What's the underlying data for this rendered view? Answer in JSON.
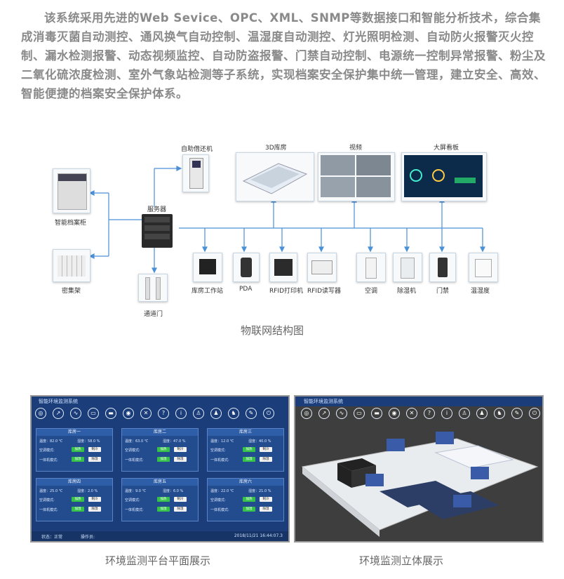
{
  "intro_text": "该系统采用先进的Web Sevice、OPC、XML、SNMP等数据接口和智能分析技术，综合集成消毒灭菌自动测控、通风换气自动控制、温湿度自动测控、灯光照明检测、自动防火报警灭火控制、漏水检测报警、动态视频监控、自动防盗报警、门禁自动控制、电源统一控制异常报警、粉尘及二氧化硫浓度检测、室外气象站检测等子系统，实现档案安全保护集中统一管理，建立安全、高效、智能便捷的档案安全保护体系。",
  "diagram": {
    "caption": "物联网结构图",
    "server": "服务器",
    "left_nodes": [
      "智能档案柜",
      "密集架"
    ],
    "top_nodes": [
      "自助借还机",
      "3D库房",
      "视频",
      "大屏看板"
    ],
    "gate": "通道门",
    "bottom_nodes": [
      "库房工作站",
      "PDA",
      "RFID打印机",
      "RFID读写器",
      "空调",
      "除湿机",
      "门禁",
      "温湿度"
    ]
  },
  "screen_flat": {
    "title": "智能环境监测系统",
    "toolbar_icons": [
      "globe-icon",
      "chart-icon",
      "trend-icon",
      "monitor-icon",
      "display-icon",
      "badge-icon",
      "tools-icon",
      "help-icon",
      "info-icon",
      "user-icon",
      "users-icon",
      "group-icon",
      "edit-icon",
      "power-icon"
    ],
    "rooms": [
      {
        "name": "库房一",
        "temp": "温度：82.0 ℃",
        "hum": "湿度：58.0 %"
      },
      {
        "name": "库房二",
        "temp": "温度：63.0 ℃",
        "hum": "湿度：47.0 %"
      },
      {
        "name": "库房三",
        "temp": "温度：12.0 ℃",
        "hum": "湿度：40.0 %"
      },
      {
        "name": "库房四",
        "temp": "温度：25.0 ℃",
        "hum": "湿度：2.0 %"
      },
      {
        "name": "库房五",
        "temp": "温度：9.0 ℃",
        "hum": "湿度：6.0 %"
      },
      {
        "name": "库房六",
        "temp": "温度：22.0 ℃",
        "hum": "湿度：21.0 %"
      }
    ],
    "ac_mode_label": "空调模式:",
    "unit_mode_label": "一体机模式:",
    "btn_heat": "加热",
    "btn_cool": "制冷",
    "btn_humid": "加湿",
    "btn_dehumid": "除湿",
    "status": "状态：正常",
    "operator": "操作员:",
    "datetime": "2018/11/21   16:44:07.3",
    "caption": "环境监测平台平面展示"
  },
  "screen_3d": {
    "title": "智能环境监测系统",
    "caption": "环境监测立体展示"
  }
}
